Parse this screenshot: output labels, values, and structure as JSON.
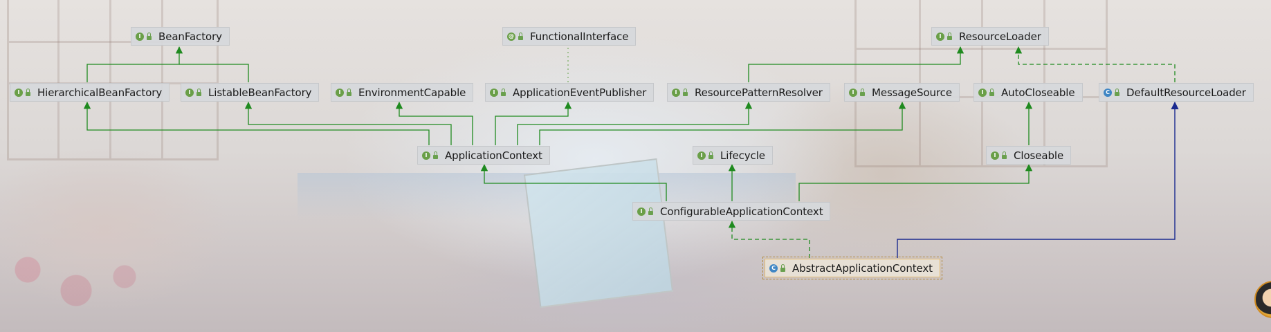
{
  "diagram": {
    "nodes": [
      {
        "id": "BeanFactory",
        "label": "BeanFactory",
        "kind": "interface"
      },
      {
        "id": "FunctionalInterface",
        "label": "FunctionalInterface",
        "kind": "annotation"
      },
      {
        "id": "ResourceLoader",
        "label": "ResourceLoader",
        "kind": "interface"
      },
      {
        "id": "HierarchicalBeanFactory",
        "label": "HierarchicalBeanFactory",
        "kind": "interface"
      },
      {
        "id": "ListableBeanFactory",
        "label": "ListableBeanFactory",
        "kind": "interface"
      },
      {
        "id": "EnvironmentCapable",
        "label": "EnvironmentCapable",
        "kind": "interface"
      },
      {
        "id": "ApplicationEventPublisher",
        "label": "ApplicationEventPublisher",
        "kind": "interface"
      },
      {
        "id": "ResourcePatternResolver",
        "label": "ResourcePatternResolver",
        "kind": "interface"
      },
      {
        "id": "MessageSource",
        "label": "MessageSource",
        "kind": "interface"
      },
      {
        "id": "AutoCloseable",
        "label": "AutoCloseable",
        "kind": "interface"
      },
      {
        "id": "DefaultResourceLoader",
        "label": "DefaultResourceLoader",
        "kind": "class"
      },
      {
        "id": "ApplicationContext",
        "label": "ApplicationContext",
        "kind": "interface"
      },
      {
        "id": "Lifecycle",
        "label": "Lifecycle",
        "kind": "interface"
      },
      {
        "id": "Closeable",
        "label": "Closeable",
        "kind": "interface"
      },
      {
        "id": "ConfigurableApplicationContext",
        "label": "ConfigurableApplicationContext",
        "kind": "interface"
      },
      {
        "id": "AbstractApplicationContext",
        "label": "AbstractApplicationContext",
        "kind": "class",
        "selected": true
      }
    ],
    "edges": [
      {
        "from": "HierarchicalBeanFactory",
        "to": "BeanFactory",
        "type": "extends"
      },
      {
        "from": "ListableBeanFactory",
        "to": "BeanFactory",
        "type": "extends"
      },
      {
        "from": "ApplicationEventPublisher",
        "to": "FunctionalInterface",
        "type": "annotated"
      },
      {
        "from": "ResourcePatternResolver",
        "to": "ResourceLoader",
        "type": "extends"
      },
      {
        "from": "DefaultResourceLoader",
        "to": "ResourceLoader",
        "type": "implements"
      },
      {
        "from": "ApplicationContext",
        "to": "HierarchicalBeanFactory",
        "type": "extends"
      },
      {
        "from": "ApplicationContext",
        "to": "ListableBeanFactory",
        "type": "extends"
      },
      {
        "from": "ApplicationContext",
        "to": "EnvironmentCapable",
        "type": "extends"
      },
      {
        "from": "ApplicationContext",
        "to": "ApplicationEventPublisher",
        "type": "extends"
      },
      {
        "from": "ApplicationContext",
        "to": "ResourcePatternResolver",
        "type": "extends"
      },
      {
        "from": "ApplicationContext",
        "to": "MessageSource",
        "type": "extends"
      },
      {
        "from": "Closeable",
        "to": "AutoCloseable",
        "type": "extends"
      },
      {
        "from": "ConfigurableApplicationContext",
        "to": "ApplicationContext",
        "type": "extends"
      },
      {
        "from": "ConfigurableApplicationContext",
        "to": "Lifecycle",
        "type": "extends"
      },
      {
        "from": "ConfigurableApplicationContext",
        "to": "Closeable",
        "type": "extends"
      },
      {
        "from": "AbstractApplicationContext",
        "to": "ConfigurableApplicationContext",
        "type": "implements"
      },
      {
        "from": "AbstractApplicationContext",
        "to": "DefaultResourceLoader",
        "type": "class-extends"
      }
    ],
    "badges": {
      "interface": "I",
      "class": "C",
      "annotation": "@"
    },
    "colors": {
      "extends": "#1f8a1f",
      "implements": "#1f8a1f",
      "annotated": "#7fb06a",
      "class-extends": "#1b2a8f",
      "interface_badge": "#6a9f48",
      "class_badge": "#3f86c4",
      "selection_border": "#e4b86b"
    }
  }
}
